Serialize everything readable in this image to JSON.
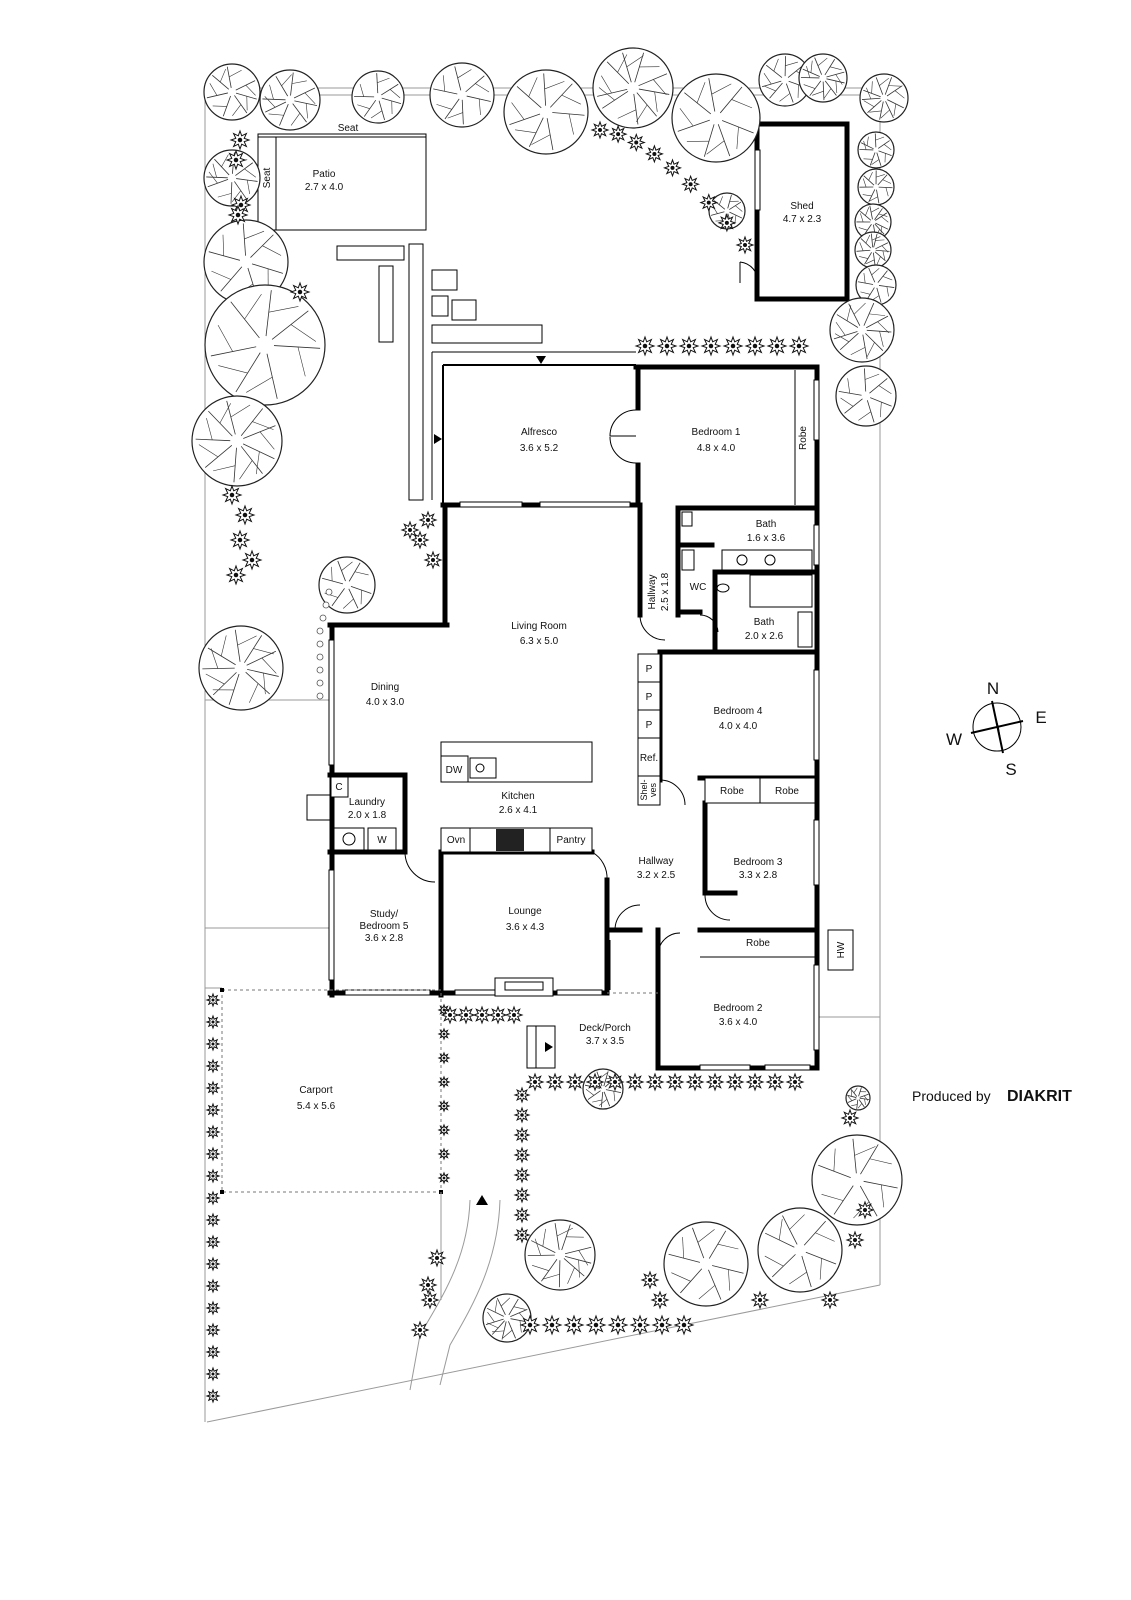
{
  "rooms": [
    {
      "name": "Patio",
      "dims": "2.7 x 4.0"
    },
    {
      "name": "Shed",
      "dims": "4.7 x 2.3"
    },
    {
      "name": "Alfresco",
      "dims": "3.6 x 5.2"
    },
    {
      "name": "Bedroom 1",
      "dims": "4.8 x 4.0"
    },
    {
      "name": "Bath",
      "dims": "1.6 x 3.6"
    },
    {
      "name": "Hallway",
      "dims": "2.5 x 1.8"
    },
    {
      "name": "Bath",
      "dims": "2.0 x 2.6"
    },
    {
      "name": "Living Room",
      "dims": "6.3 x 5.0"
    },
    {
      "name": "Dining",
      "dims": "4.0 x 3.0"
    },
    {
      "name": "Bedroom 4",
      "dims": "4.0 x 4.0"
    },
    {
      "name": "Kitchen",
      "dims": "2.6 x 4.1"
    },
    {
      "name": "Laundry",
      "dims": "2.0 x 1.8"
    },
    {
      "name": "Hallway",
      "dims": "3.2 x 2.5"
    },
    {
      "name": "Bedroom 3",
      "dims": "3.3 x 2.8"
    },
    {
      "name": "Study/",
      "name2": "Bedroom 5",
      "dims": "3.6 x 2.8"
    },
    {
      "name": "Lounge",
      "dims": "3.6 x 4.3"
    },
    {
      "name": "Bedroom 2",
      "dims": "3.6 x 4.0"
    },
    {
      "name": "Deck/Porch",
      "dims": "3.7 x 3.5"
    },
    {
      "name": "Carport",
      "dims": "5.4 x 5.6"
    }
  ],
  "fixtures": {
    "seat_top": "Seat",
    "seat_side": "Seat",
    "robe_bedroom1": "Robe",
    "wc": "WC",
    "pantry_p1": "P",
    "pantry_p2": "P",
    "pantry_p3": "P",
    "ref": "Ref.",
    "shelves_1": "Shel-",
    "shelves_2": "ves",
    "dw": "DW",
    "cupboard": "C",
    "washer": "W",
    "oven": "Ovn",
    "pantry": "Pantry",
    "robe_bedroom4_left": "Robe",
    "robe_bedroom4_right": "Robe",
    "robe_bedroom2": "Robe",
    "hot_water": "HW"
  },
  "compass": {
    "n": "N",
    "e": "E",
    "s": "S",
    "w": "W"
  },
  "credit": {
    "prefix": "Produced by",
    "brand": "DIAKRIT"
  }
}
